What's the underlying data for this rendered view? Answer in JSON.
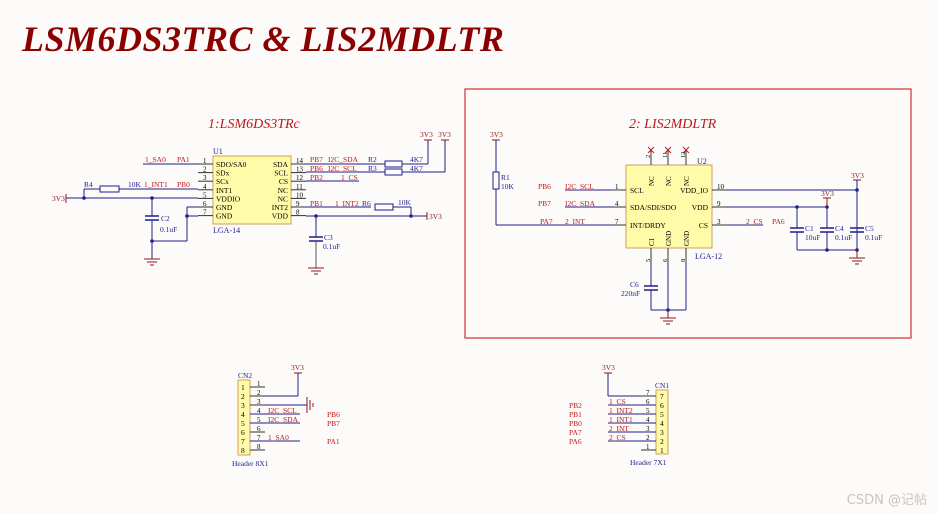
{
  "title": "LSM6DS3TRC & LIS2MDLTR",
  "watermark": "CSDN @记帖",
  "colors": {
    "wire": "#1f1f8c",
    "label": "#c01818",
    "body": "#fffba8",
    "body_stroke": "#c08a3a",
    "pin": "#333333",
    "text": "#000000",
    "ground": "#8b1a1a",
    "box": "#d03030"
  },
  "u1": {
    "section_title": "1:LSM6DS3TRc",
    "designator": "U1",
    "package": "LGA-14",
    "left_pins": [
      {
        "num": "1",
        "name": "SDO/SA0"
      },
      {
        "num": "2",
        "name": "SDx"
      },
      {
        "num": "3",
        "name": "SCx"
      },
      {
        "num": "4",
        "name": "INT1"
      },
      {
        "num": "5",
        "name": "VDDIO"
      },
      {
        "num": "6",
        "name": "GND"
      },
      {
        "num": "7",
        "name": "GND"
      }
    ],
    "right_pins": [
      {
        "num": "14",
        "name": "SDA"
      },
      {
        "num": "13",
        "name": "SCL"
      },
      {
        "num": "12",
        "name": "CS"
      },
      {
        "num": "11",
        "name": "NC"
      },
      {
        "num": "10",
        "name": "NC"
      },
      {
        "num": "9",
        "name": "INT2"
      },
      {
        "num": "8",
        "name": "VDD"
      }
    ],
    "nets": {
      "pin1_net": "1_SA0",
      "pin1_port": "PA1",
      "pin4_net": "1_INT1",
      "pin4_port": "PB0",
      "pin14_port": "PB7",
      "pin14_net": "I2C_SDA",
      "pin13_port": "PB6",
      "pin13_net": "I2C_SCL",
      "pin12_port": "PB2",
      "pin12_net": "1_CS",
      "pin9_port": "PB1",
      "pin9_net": "1_INT2",
      "power": "3V3"
    },
    "components": {
      "r4": {
        "ref": "R4",
        "value": "10K"
      },
      "r2": {
        "ref": "R2",
        "value": "4K7"
      },
      "r3": {
        "ref": "R3",
        "value": "4K7"
      },
      "r6": {
        "ref": "R6",
        "value": "10K"
      },
      "c2": {
        "ref": "C2",
        "value": "0.1uF"
      },
      "c3": {
        "ref": "C3",
        "value": "0.1uF"
      }
    }
  },
  "u2": {
    "section_title": "2: LIS2MDLTR",
    "designator": "U2",
    "package": "LGA-12",
    "left_pins": [
      {
        "num": "1",
        "name": "SCL"
      },
      {
        "num": "4",
        "name": "SDA/SDI/SDO"
      },
      {
        "num": "7",
        "name": "INT/DRDY"
      }
    ],
    "right_pins": [
      {
        "num": "10",
        "name": "VDD_IO"
      },
      {
        "num": "9",
        "name": "VDD"
      },
      {
        "num": "3",
        "name": "CS"
      }
    ],
    "top_pins": [
      {
        "num": "2",
        "name": "NC"
      },
      {
        "num": "11",
        "name": "NC"
      },
      {
        "num": "12",
        "name": "NC"
      }
    ],
    "bottom_pins": [
      {
        "num": "5",
        "name": "C1"
      },
      {
        "num": "6",
        "name": "GND"
      },
      {
        "num": "8",
        "name": "GND"
      }
    ],
    "nets": {
      "pin1_port": "PB6",
      "pin1_net": "I2C_SCL",
      "pin4_port": "PB7",
      "pin4_net": "I2C_SDA",
      "pin7_port": "PA7",
      "pin7_net": "2_INT",
      "pin3_net": "2_CS",
      "pin3_port": "PA6",
      "power": "3V3"
    },
    "components": {
      "r1": {
        "ref": "R1",
        "value": "10K"
      },
      "c1": {
        "ref": "C1",
        "value": "10uF"
      },
      "c4": {
        "ref": "C4",
        "value": "0.1uF"
      },
      "c5": {
        "ref": "C5",
        "value": "0.1uF"
      },
      "c6": {
        "ref": "C6",
        "value": "220nF"
      }
    }
  },
  "cn2": {
    "designator": "CN2",
    "footer": "Header 8X1",
    "pins": [
      {
        "num": "1",
        "net": "",
        "port": ""
      },
      {
        "num": "2",
        "net": "",
        "port": ""
      },
      {
        "num": "3",
        "net": "",
        "port": ""
      },
      {
        "num": "4",
        "net": "I2C_SCL",
        "port": "PB6"
      },
      {
        "num": "5",
        "net": "I2C_SDA",
        "port": "PB7"
      },
      {
        "num": "6",
        "net": "",
        "port": ""
      },
      {
        "num": "7",
        "net": "1_SA0",
        "port": "PA1"
      },
      {
        "num": "8",
        "net": "",
        "port": ""
      }
    ],
    "power": "3V3"
  },
  "cn1": {
    "designator": "CN1",
    "footer": "Header 7X1",
    "pins": [
      {
        "num": "7",
        "net": "",
        "port": ""
      },
      {
        "num": "6",
        "net": "1_CS",
        "port": "PB2"
      },
      {
        "num": "5",
        "net": "1_INT2",
        "port": "PB1"
      },
      {
        "num": "4",
        "net": "1_INT1",
        "port": "PB0"
      },
      {
        "num": "3",
        "net": "2_INT",
        "port": "PA7"
      },
      {
        "num": "2",
        "net": "2_CS",
        "port": "PA6"
      },
      {
        "num": "1",
        "net": "",
        "port": ""
      }
    ],
    "power": "3V3"
  }
}
